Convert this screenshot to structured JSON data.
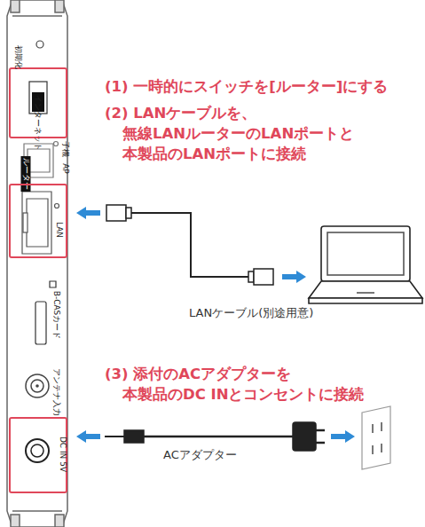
{
  "diagram": {
    "nodes": [
      {
        "text": [
          "子機",
          "AP",
          "ルーター"
        ]
      },
      {
        "text": [
          "LAN"
        ]
      },
      {
        "text": [
          "DC IN 5V"
        ]
      }
    ],
    "labels": [
      "初期化",
      "インターネット",
      "B-CASカード",
      "アンテナ入力",
      "(1) 一時的にスイッチを[ルーター]にする",
      "(2) LANケーブルを、 無線LANルーターのLANポートと 本製品のLANポートに接続",
      "LANケーブル(別途用意)",
      "(3) 添付のACアダプターを 本製品のDC INとコンセントに接続",
      "ACアダプター"
    ]
  }
}
